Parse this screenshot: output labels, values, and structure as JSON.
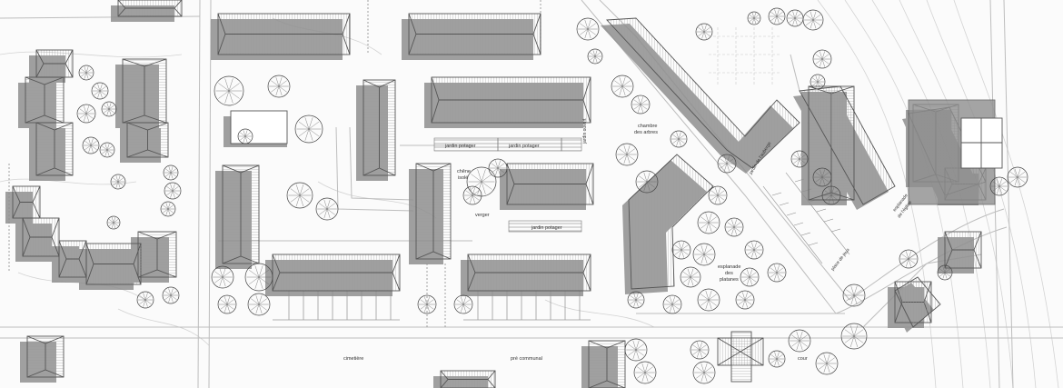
{
  "labels": {
    "jardin_potager_1": "jardin potager",
    "jardin_potager_2": "jardin potager",
    "jardin_potager_3": "jardin potager",
    "chene_isole_1": "chêne",
    "chene_isole_2": "isolé",
    "verger": "verger",
    "jardin_ouvert": "jardin ouvert",
    "chambre_1": "chambre",
    "chambre_2": "des arbres",
    "jardin_auberge": "jardin de l'auberge",
    "esplanade_1": "esplanade",
    "esplanade_2": "des",
    "esplanade_3": "platanes",
    "place_jeux": "place de jeux",
    "esplanade_eglise_1": "esplanade",
    "esplanade_eglise_2": "de l'église",
    "cimetiere": "cimetière",
    "pre_communal": "pré communal",
    "cour": "cour"
  },
  "colors": {
    "paper": "#fbfbfb",
    "roof": "#ffffff",
    "shadow": "#8f8f8f",
    "line": "#555555",
    "tree": "#444444",
    "road": "#bdbdbd"
  }
}
